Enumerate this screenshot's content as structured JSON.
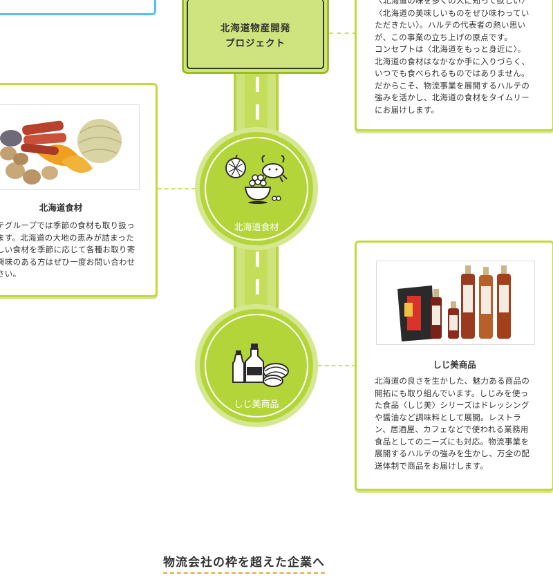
{
  "project_box": {
    "line1": "北海道物産開発",
    "line2": "プロジェクト"
  },
  "top_right_card": {
    "lines": [
      "〈北海道の味を多くの人に知って欲しい〉",
      "〈北海道の美味しいものをぜひ味わってい",
      "ただきたい〉。ハルテの代表者の熱い思い",
      "が、この事業の立ち上げの原点です。",
      "コンセプトは〈北海道をもっと身近に〉。",
      "北海道の食材はなかなか手に入りづらく、",
      "いつでも食べられるものではありません。",
      "だからこそ、物流事業を展開するハルテの",
      "強みを活かし、北海道の食材をタイムリー",
      "にお届けします。"
    ]
  },
  "hokkaido_foods": {
    "node_label": "北海道食材",
    "card_title": "北海道食材",
    "lines": [
      "テグループでは季節の食材も取り扱っ",
      "ます。北海道の大地の恵みが詰まった",
      "しい食材を季節に応じて各種お取り寄",
      "興味のある方はぜひ一度お問い合わせ",
      "さい。"
    ]
  },
  "shijimi": {
    "node_label": "しじ美商品",
    "card_title": "しじ美商品",
    "lines": [
      "北海道の良さを生かした、魅力ある商品の",
      "開拓にも取り組んでいます。しじみを使っ",
      "た食品〈しじ美〉シリーズはドレッシング",
      "や醤油など調味料として展開。レストラ",
      "ン、居酒屋、カフェなどで使われる業務用",
      "食品としてのニーズにも対応。物流事業を",
      "展開するハルテの強みを生かし、万全の配",
      "送体制で商品をお届けします。"
    ]
  },
  "section_heading": "物流会社の枠を超えた企業へ",
  "colors": {
    "accent": "#b4d53a",
    "border": "#c2d93a",
    "sky_card": "#4fc3f7",
    "heading_underline": "#e0a93a"
  }
}
